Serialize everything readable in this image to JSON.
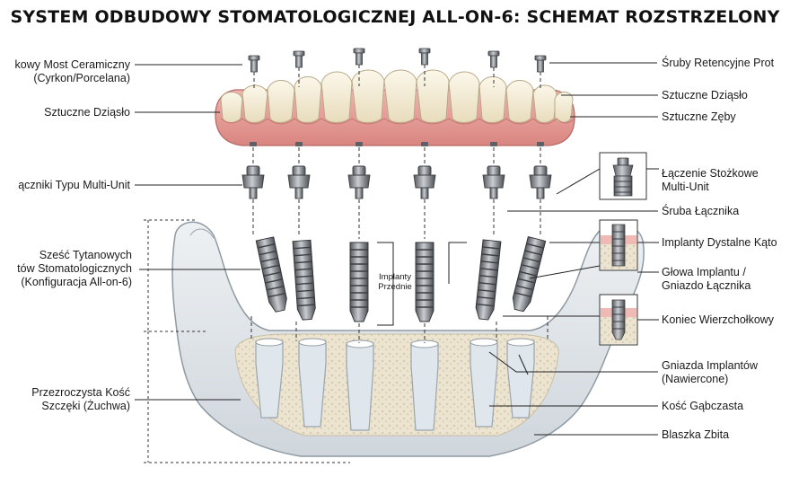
{
  "title": "SYSTEM ODBUDOWY STOMATOLOGICZNEJ ALL-ON-6: SCHEMAT ROZSTRZELONY",
  "labels_left": {
    "bridge_line1": "kowy Most Ceramiczny",
    "bridge_line2": "(Cyrkon/Porcelana)",
    "gum": "Sztuczne Dziąsło",
    "abutments": "ączniki Typu Multi-Unit",
    "implants_line1": "Sześć Tytanowych",
    "implants_line2": "tów Stomatologicznych",
    "implants_line3": "(Konfiguracja All-on-6)",
    "jaw_line1": "Przezroczysta Kość",
    "jaw_line2": "Szczęki (Żuchwa)"
  },
  "labels_center": {
    "front_implants_line1": "Implanty",
    "front_implants_line2": "Przednie"
  },
  "labels_right": {
    "screws": "Śruby Retencyjne Prot",
    "gum": "Sztuczne Dziąsło",
    "teeth": "Sztuczne Zęby",
    "conical_line1": "Łączenie Stożkowe",
    "conical_line2": "Multi-Unit",
    "abutment_screw": "Śruba Łącznika",
    "distal": "Implanty Dystalne Kąto",
    "head_line1": "Głowa Implantu /",
    "head_line2": "Gniazdo Łącznika",
    "apex": "Koniec Wierzchołkowy",
    "sockets_line1": "Gniazda Implantów",
    "sockets_line2": "(Nawiercone)",
    "cancellous": "Kość Gąbczasta",
    "cortical": "Blaszka Zbita"
  },
  "colors": {
    "gum": "#e49a9a",
    "tooth": "#f3ead4",
    "titanium": "#7d7f83",
    "bone": "#dfe4e8"
  }
}
